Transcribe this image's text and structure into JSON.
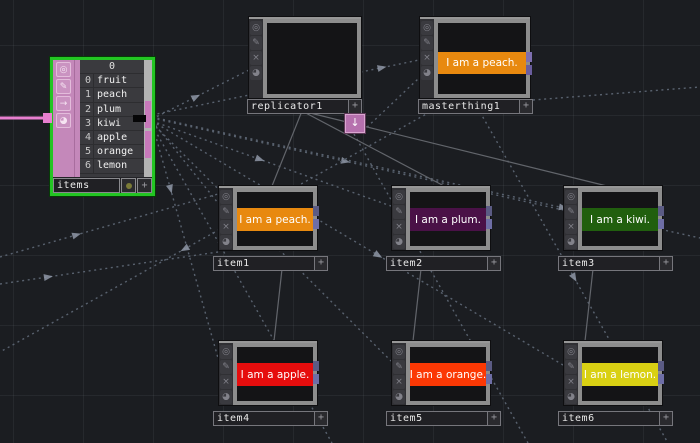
{
  "ui": {
    "plus": "+"
  },
  "icons": {
    "viewer": "◎",
    "pencil": "✎",
    "arrow": "→",
    "bypass": "×",
    "fingerprint": "◕",
    "docked_arrow": "↓"
  },
  "colors": {
    "selection_green": "#23c523",
    "node_gray": "#8d8d8d",
    "pink_accent": "#c488ba",
    "wire_pink": "#e87fd0",
    "dashed_link": "#59626f",
    "solid_wire": "#62656b",
    "arrowhead": "#8e97a6",
    "background": "#1b1d21"
  },
  "items_node": {
    "name": "items",
    "col_header": "0",
    "rows": [
      {
        "i": "0",
        "v": "fruit"
      },
      {
        "i": "1",
        "v": "peach"
      },
      {
        "i": "2",
        "v": "plum"
      },
      {
        "i": "3",
        "v": "kiwi"
      },
      {
        "i": "4",
        "v": "apple"
      },
      {
        "i": "5",
        "v": "orange"
      },
      {
        "i": "6",
        "v": "lemon"
      }
    ]
  },
  "nodes": {
    "replicator1": {
      "name": "replicator1"
    },
    "masterthing1": {
      "name": "masterthing1",
      "banner": {
        "text": "I am a peach.",
        "color": "#e8890f"
      }
    },
    "item1": {
      "name": "item1",
      "banner": {
        "text": "I am a peach.",
        "color": "#e8890f"
      }
    },
    "item2": {
      "name": "item2",
      "banner": {
        "text": "I am a plum.",
        "color": "#4a1147"
      }
    },
    "item3": {
      "name": "item3",
      "banner": {
        "text": "I am a kiwi.",
        "color": "#215f0e"
      }
    },
    "item4": {
      "name": "item4",
      "banner": {
        "text": "I am a apple.",
        "color": "#e60d0d"
      }
    },
    "item5": {
      "name": "item5",
      "banner": {
        "text": "I am a orange.",
        "color": "#fb3804"
      }
    },
    "item6": {
      "name": "item6",
      "banner": {
        "text": "I am a lemon.",
        "color": "#d9d013"
      }
    }
  },
  "connections": {
    "input_wire": {
      "p": [
        0,
        118,
        46,
        118
      ],
      "color": "#e87fd0",
      "width": 3
    },
    "solid": [
      {
        "p": [
          302,
          111,
          272,
          186
        ]
      },
      {
        "p": [
          302,
          111,
          444,
          186
        ]
      },
      {
        "p": [
          302,
          111,
          615,
          188
        ]
      },
      {
        "p": [
          282,
          269,
          274,
          341
        ]
      },
      {
        "p": [
          421,
          269,
          413,
          341
        ]
      },
      {
        "p": [
          593,
          269,
          585,
          341
        ]
      }
    ],
    "dashed": [
      {
        "p": [
          152,
          119,
          249,
          70
        ],
        "a": [
          0.45
        ]
      },
      {
        "p": [
          152,
          115,
          419,
          60
        ],
        "a": [
          0.86
        ]
      },
      {
        "p": [
          152,
          121,
          218,
          203
        ],
        "a": []
      },
      {
        "p": [
          152,
          121,
          391,
          206
        ],
        "a": [
          0.45
        ]
      },
      {
        "p": [
          152,
          118,
          563,
          210
        ],
        "a": [
          0.47
        ]
      },
      {
        "p": [
          152,
          123,
          218,
          358
        ],
        "a": [
          0.28
        ]
      },
      {
        "p": [
          152,
          123,
          391,
          361
        ],
        "a": [
          0.47
        ]
      },
      {
        "p": [
          152,
          121,
          563,
          365
        ],
        "a": [
          0.55
        ]
      },
      {
        "p": [
          363,
          131,
          419,
          78
        ],
        "a": []
      },
      {
        "p": [
          533,
          100,
          700,
          87
        ],
        "a": []
      },
      {
        "p": [
          430,
          112,
          0,
          352
        ],
        "a": [
          0.57
        ]
      },
      {
        "p": [
          0,
          257,
          218,
          194
        ],
        "a": [
          0.35
        ]
      },
      {
        "p": [
          0,
          284,
          218,
          252
        ],
        "a": [
          0.22
        ]
      },
      {
        "p": [
          152,
          117,
          700,
          238
        ],
        "a": [
          0.75
        ]
      },
      {
        "p": [
          354,
          134,
          528,
          443
        ],
        "a": []
      },
      {
        "p": [
          480,
          112,
          668,
          443
        ],
        "a": [
          0.5
        ]
      },
      {
        "p": [
          152,
          125,
          332,
          443
        ],
        "a": []
      }
    ]
  }
}
